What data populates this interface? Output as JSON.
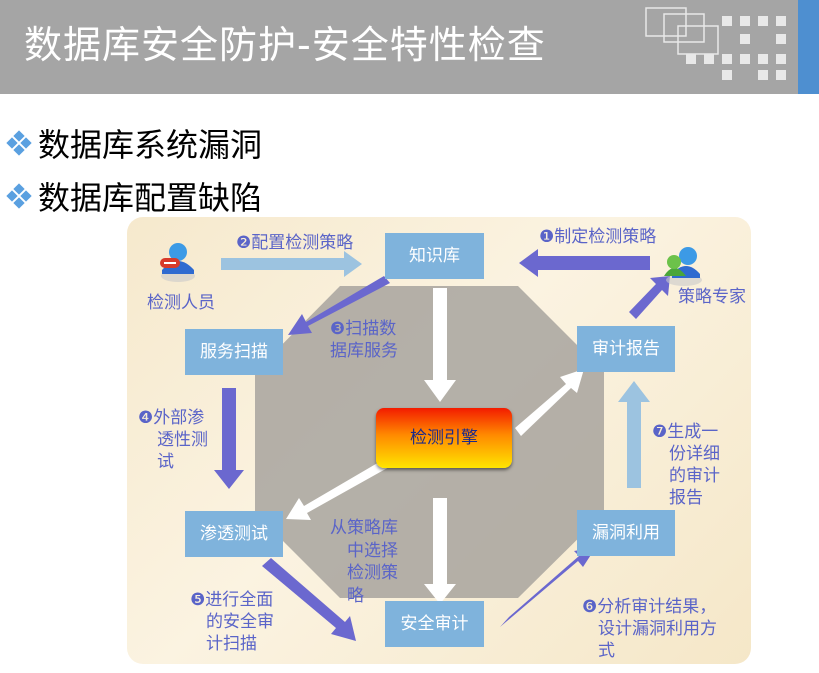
{
  "slide": {
    "title": "数据库安全防护-安全特性检查",
    "bullets": [
      "数据库系统漏洞",
      "数据库配置缺陷"
    ]
  },
  "diagram": {
    "nodes": {
      "knowledge_base": "知识库",
      "service_scan": "服务扫描",
      "audit_report": "审计报告",
      "detection_engine": "检测引擎",
      "penetration_test": "渗透测试",
      "vuln_exploit": "漏洞利用",
      "security_audit": "安全审计"
    },
    "actors": {
      "tester": "检测人员",
      "policy_expert": "策略专家"
    },
    "steps": {
      "s1": {
        "num": "❶",
        "text": "制定检测策略"
      },
      "s2": {
        "num": "❷",
        "text": "配置检测策略"
      },
      "s3": {
        "num": "❸",
        "line1": "扫描数",
        "line2": "据库服务"
      },
      "s4": {
        "num": "❹",
        "line1": "外部渗",
        "line2": "透性测",
        "line3": "试"
      },
      "s5": {
        "num": "❺",
        "line1": "进行全面",
        "line2": "的安全审",
        "line3": "计扫描"
      },
      "s6": {
        "num": "❻",
        "line1": "分析审计结果，",
        "line2": "设计漏洞利用方",
        "line3": "式"
      },
      "s7": {
        "num": "❼",
        "line1": "生成一",
        "line2": "份详细",
        "line3": "的审计",
        "line4": "报告"
      }
    },
    "center_note": {
      "line1": "从策略库",
      "line2": "中选择",
      "line3": "检测策",
      "line4": "略"
    }
  },
  "colors": {
    "header_bg": "#a5a5a5",
    "accent": "#4e8fd0",
    "node_fill": "#7fb3dc",
    "arrow_purple": "#6b68cf",
    "arrow_light": "#9cc3e0",
    "label_text": "#5a64c8"
  },
  "icons": [
    "windows-user-red-icon",
    "windows-user-green-icon",
    "diamond-bullet-icon"
  ]
}
